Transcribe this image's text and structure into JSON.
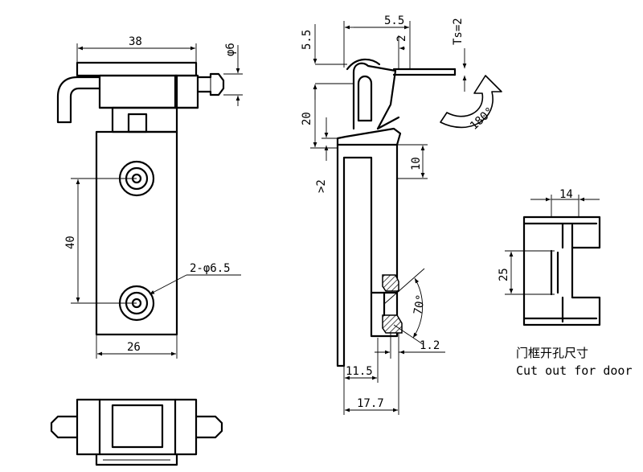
{
  "front_view": {
    "width_top": "38",
    "pin_diameter": "φ6",
    "hole_spacing": "40",
    "holes_callout": "2-φ6.5",
    "width_bottom": "26"
  },
  "side_view": {
    "dim_5_5_vertical": "5.5",
    "dim_5_5_horizontal": "5.5",
    "dim_2": "2",
    "thickness_label": "Ts=2",
    "dim_20": "20",
    "dim_10": "10",
    "dim_ge_2": ">2",
    "rotation_angle": "180°",
    "open_angle": "70°",
    "dim_1_2": "1.2",
    "dim_11_5": "11.5",
    "dim_17_7": "17.7"
  },
  "cutout": {
    "width_dim": "14",
    "height_dim": "25",
    "caption_cn": "门框开孔尺寸",
    "caption_en": "Cut out for door"
  }
}
